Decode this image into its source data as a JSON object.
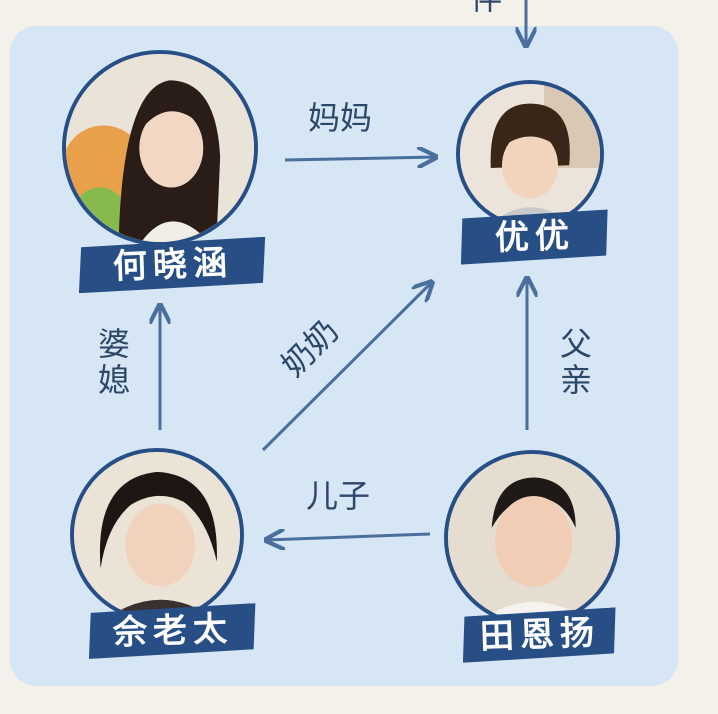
{
  "diagram": {
    "people": {
      "he": {
        "name": "何晓涵",
        "photo_icon": "woman-portrait-icon"
      },
      "you": {
        "name": "优优",
        "photo_icon": "boy-portrait-icon"
      },
      "yu": {
        "name": "佘老太",
        "photo_icon": "elderly-woman-portrait-icon"
      },
      "tian": {
        "name": "田恩扬",
        "photo_icon": "man-portrait-icon"
      }
    },
    "relations": {
      "he_to_you": "妈妈",
      "yu_to_you": "奶奶",
      "yu_to_he": "婆媳",
      "tian_to_you": "父亲",
      "tian_to_yu": "儿子",
      "top_partial": "伴"
    },
    "colors": {
      "panel": "#d6e6f4",
      "banner": "#274f86",
      "arrow": "#4a6f9c",
      "text": "#2c4768"
    }
  }
}
